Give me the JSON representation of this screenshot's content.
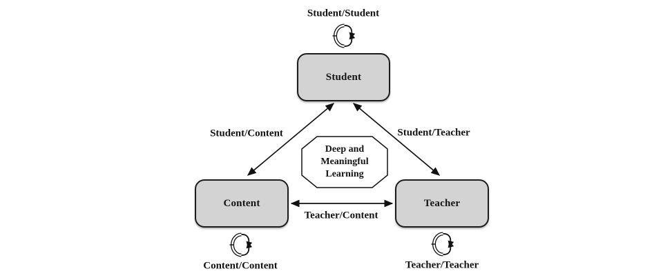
{
  "diagram": {
    "nodes": {
      "student": "Student",
      "content": "Content",
      "teacher": "Teacher"
    },
    "center": {
      "line1": "Deep and",
      "line2": "Meaningful",
      "line3": "Learning"
    },
    "interaction_labels": {
      "student_student": "Student/Student",
      "student_content": "Student/Content",
      "student_teacher": "Student/Teacher",
      "teacher_content": "Teacher/Content",
      "content_content": "Content/Content",
      "teacher_teacher": "Teacher/Teacher"
    },
    "icons": {
      "self_loop": "cycle-arrow-icon"
    },
    "colors": {
      "background": "#ffffff",
      "node_fill": "#d3d3d3",
      "node_border": "#1c1c1c",
      "line": "#111111",
      "text": "#141414"
    }
  }
}
